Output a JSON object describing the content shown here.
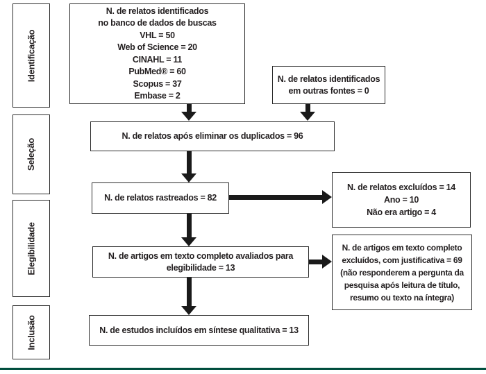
{
  "diagram": {
    "title": "PRISMA flow diagram (Portuguese)",
    "stages": [
      {
        "label": "Identificação"
      },
      {
        "label": "Seleção"
      },
      {
        "label": "Elegibilidade"
      },
      {
        "label": "Inclusão"
      }
    ],
    "boxes": {
      "identified_databases": {
        "lines": [
          "N. de relatos identificados",
          "no banco de dados de buscas",
          "VHL = 50",
          "Web of Science = 20",
          "CINAHL = 11",
          "PubMed® = 60",
          "Scopus = 37",
          "Embase = 2"
        ]
      },
      "identified_other_sources": {
        "lines": [
          "N. de relatos identificados",
          "em outras fontes = 0"
        ]
      },
      "after_duplicates_removed": {
        "text": "N. de relatos após eliminar os duplicados = 96"
      },
      "records_screened": {
        "text": "N. de relatos rastreados = 82"
      },
      "records_excluded": {
        "lines": [
          "N. de relatos excluídos = 14",
          "Ano = 10",
          "Não era artigo = 4"
        ]
      },
      "fulltext_assessed": {
        "text": "N. de artigos em texto completo avaliados para elegibilidade = 13"
      },
      "fulltext_excluded": {
        "text": "N. de artigos em texto completo excluídos, com justificativa = 69 (não responderem a pergunta da pesquisa após leitura de título, resumo ou texto na íntegra)"
      },
      "studies_included": {
        "text": "N. de estudos incluídos em síntese qualitativa = 13"
      }
    },
    "colors": {
      "box_border": "#2b2b2b",
      "text": "#231f20",
      "arrow": "#1a1a1a",
      "bottom_rule": "#004d3d",
      "background": "#ffffff"
    }
  }
}
